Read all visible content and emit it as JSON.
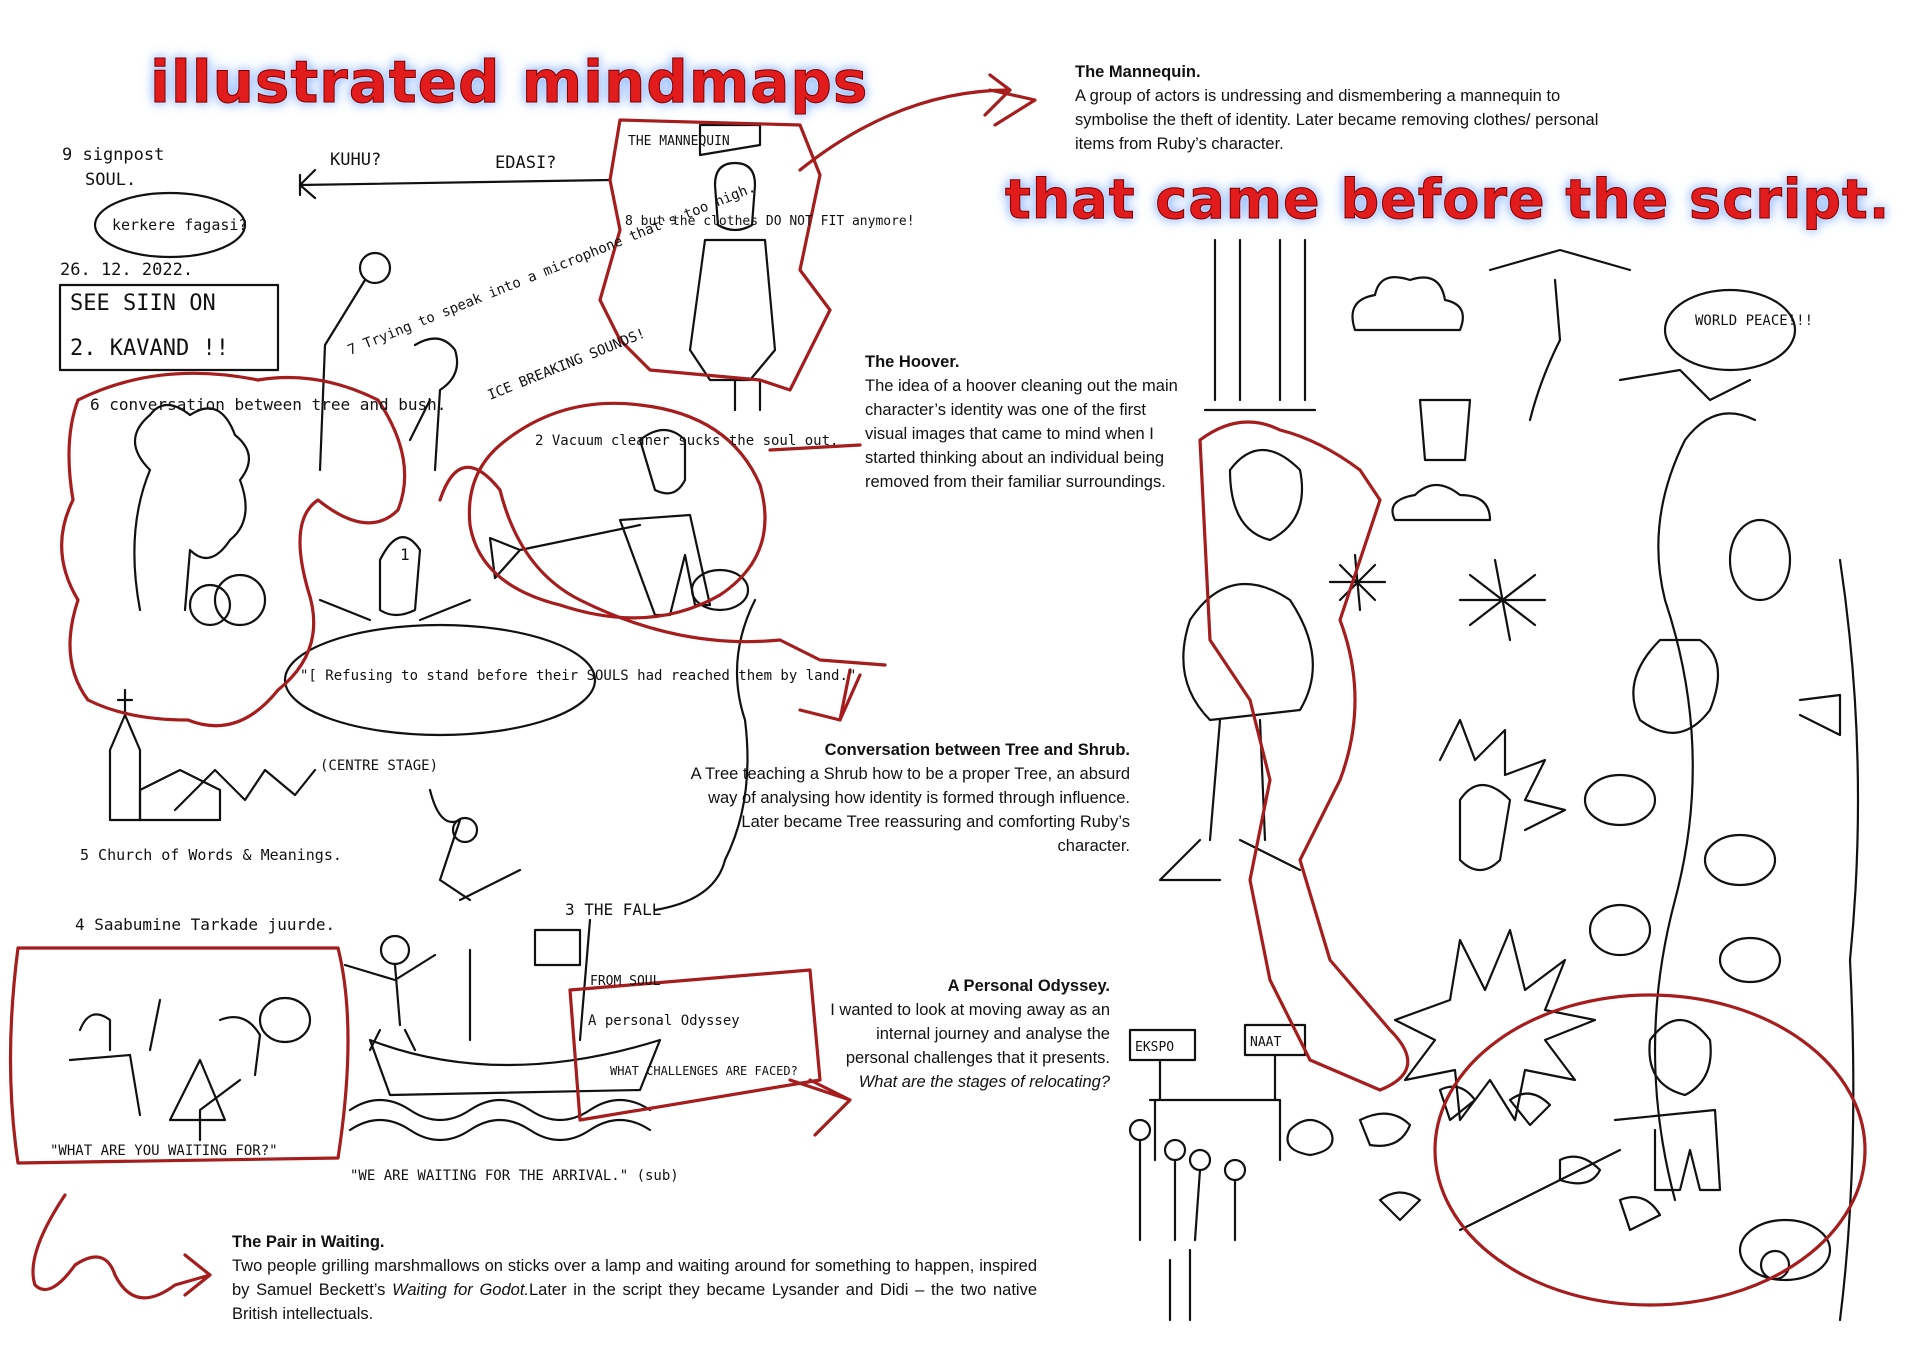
{
  "titles": {
    "top": "illustrated mindmaps",
    "right": "that came before the script."
  },
  "captions": {
    "mannequin": {
      "head": "The Mannequin.",
      "body": "A group of actors is undressing and dismembering a mannequin to symbolise the theft of identity. Later became removing clothes/ personal items from Ruby’s character."
    },
    "hoover": {
      "head": "The Hoover.",
      "body": "The idea of a hoover cleaning out the main character’s identity was one of the first visual images that came to mind when I started thinking about an individual being removed from their familiar surroundings."
    },
    "tree": {
      "head": "Conversation between Tree and Shrub.",
      "body": "A Tree teaching a Shrub how to be a proper Tree, an absurd way of analysing how identity is formed through influence. Later became Tree reassuring and comforting Ruby’s character."
    },
    "odyssey": {
      "head": "A Personal Odyssey.",
      "body": "I wanted to look at moving away as an internal journey and analyse the personal challenges that it presents.",
      "italic": "What are the stages of relocating?"
    },
    "pair": {
      "head": "The Pair in Waiting.",
      "body": "Two people grilling marshmallows on sticks over a lamp and waiting around for something to happen, inspired by Samuel Beckett’s",
      "italic": "Waiting for Godot.",
      "tail": "Later in the script they became Lysander and Didi – the two native British intellectuals."
    }
  },
  "sketch_labels": {
    "signpost": "9 signpost",
    "soul": "SOUL.",
    "kuhu": "KUHU?",
    "edasi": "EDASI?",
    "kerkere": "kerkere fagasi?",
    "date": "26. 12. 2022.",
    "see_siin": "SEE SIIN ON",
    "kavand": "2. KAVAND !!",
    "conversation": "6 conversation between tree and bush.",
    "microphone": "7 Trying to speak into a microphone that's too high.",
    "ice": "ICE BREAKING SOUNDS!",
    "mannequin_head": "THE MANNEQUIN",
    "but_the": "8 but the clothes DO NOT FIT anymore!",
    "vacuum": "2 Vacuum cleaner sucks the soul out.",
    "refusing": "\"[ Refusing to stand before their SOULS had reached them by land.\"",
    "centre_stage": "(CENTRE STAGE)",
    "church": "5 Church of Words & Meanings.",
    "saabumine": "4 Saabumine Tarkade juurde.",
    "the_fall": "3 THE FALL",
    "from_soul": "FROM SOUL",
    "odyssey_box": "A personal Odyssey",
    "challenges": "WHAT CHALLENGES ARE FACED?",
    "waiting_for": "\"WHAT ARE YOU WAITING FOR?\"",
    "waiting_arrival": "\"WE ARE WAITING FOR THE ARRIVAL.\" (sub)",
    "world_peace": "WORLD PEACE!!!",
    "ekspo": "EKSPO",
    "naat": "NAAT",
    "one": "1"
  },
  "colors": {
    "title_red": "#e21c1c",
    "outline_red": "#a51d1d",
    "ink": "#111111"
  }
}
